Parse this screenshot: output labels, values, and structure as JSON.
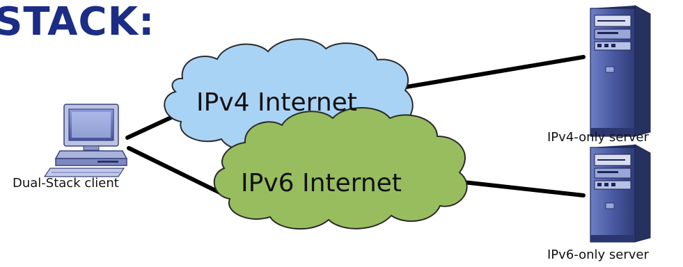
{
  "title": "STACK:",
  "clouds": {
    "ipv4": {
      "label": "IPv4 Internet",
      "fill": "#a9d3f5",
      "stroke": "#2a2a2a"
    },
    "ipv6": {
      "label": "IPv6 Internet",
      "fill": "#98bd5f",
      "stroke": "#2a2a2a"
    }
  },
  "nodes": {
    "client": {
      "label": "Dual-Stack client",
      "icon": "desktop-computer-icon"
    },
    "server_v4": {
      "label": "IPv4-only server",
      "icon": "tower-server-icon"
    },
    "server_v6": {
      "label": "IPv6-only server",
      "icon": "tower-server-icon"
    }
  },
  "colors": {
    "title": "#1c2d86",
    "link": "#000000",
    "server_body": "#3e4f92"
  }
}
